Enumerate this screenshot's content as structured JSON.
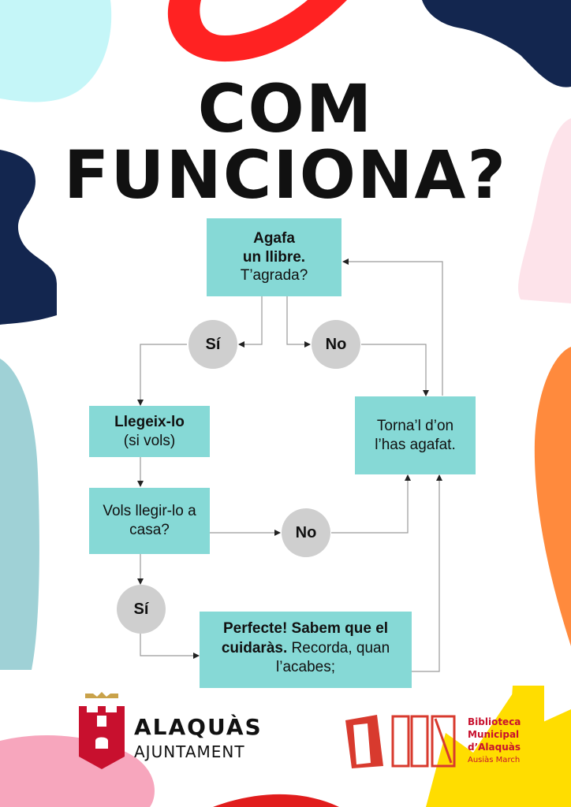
{
  "title": "COM FUNCIONA?",
  "flowchart": {
    "box_agafa": {
      "line1": "Agafa",
      "line2": "un llibre.",
      "line3": "T’agrada?"
    },
    "circle_si_1": "Sí",
    "circle_no_1": "No",
    "box_llegeix": {
      "line1": "Llegeix-lo",
      "line2": "(si vols)"
    },
    "box_torna": {
      "line1": "Torna’l d’on",
      "line2": "l’has agafat."
    },
    "box_vols": {
      "line1": "Vols llegir-lo a",
      "line2": "casa?"
    },
    "circle_no_2": "No",
    "circle_si_2": "Sí",
    "box_perfecte": {
      "bold": "Perfecte! Sabem que el cuidaràs.",
      "rest": " Recorda, quan l’acabes;"
    }
  },
  "footer": {
    "alaquas_name": "ALAQUÀS",
    "alaquas_sub": "AJUNTAMENT",
    "biblioteca_line1": "Biblioteca",
    "biblioteca_line2": "Municipal",
    "biblioteca_line3": "d’Alaquàs",
    "biblioteca_line4": "Ausiàs March"
  },
  "colors": {
    "box_fill": "#86d9d6",
    "circle_fill": "#cfcfcf",
    "red_brand": "#c8102e",
    "navy": "#13264f"
  }
}
